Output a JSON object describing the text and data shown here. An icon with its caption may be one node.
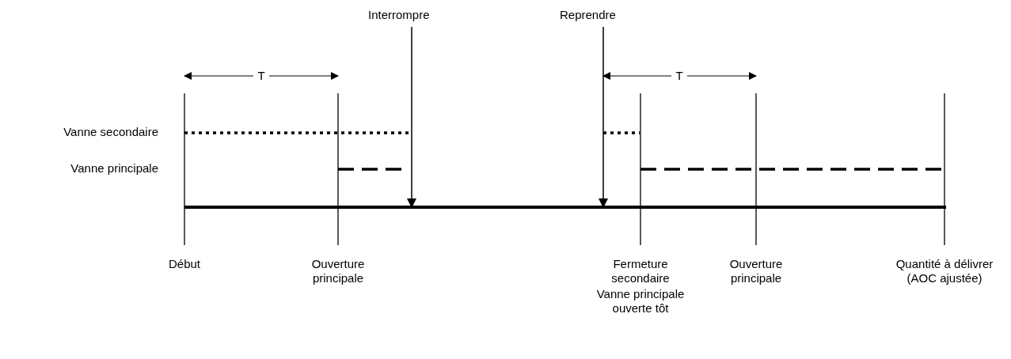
{
  "diagram": {
    "nodes": [
      {
        "text": [
          "Interrompre"
        ]
      },
      {
        "text": [
          "Reprendre"
        ]
      }
    ],
    "edges": [
      {
        "from": 0,
        "to": null,
        "arrow": "to"
      },
      {
        "from": 1,
        "to": null,
        "arrow": "to"
      }
    ],
    "labels": [
      "T",
      "T",
      "Vanne secondaire",
      "Vanne principale",
      "Début",
      "Ouverture principale",
      "Fermeture secondaire",
      "Vanne principale ouverte tôt",
      "Ouverture principale",
      "Quantité à délivrer (AOC ajustée)"
    ]
  }
}
